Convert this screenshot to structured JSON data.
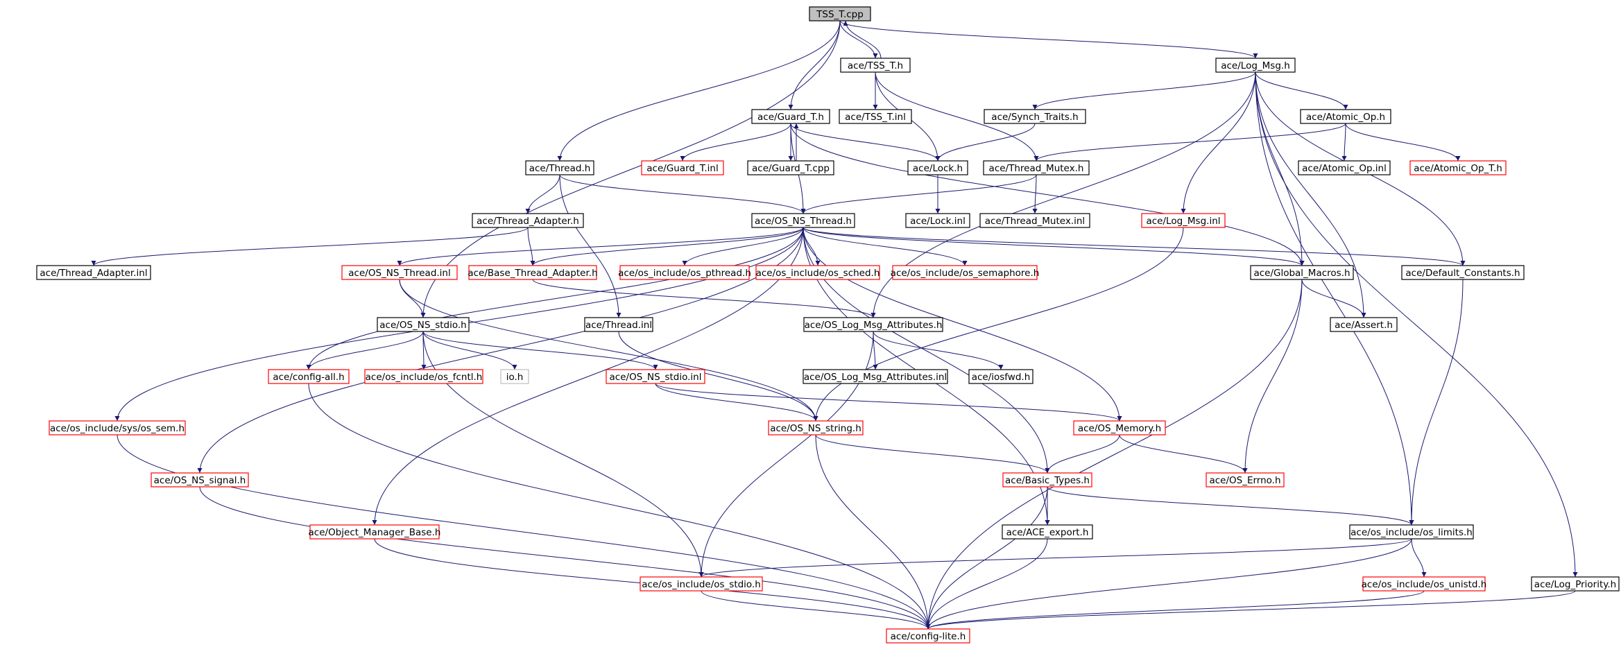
{
  "colors": {
    "edge": "#191970",
    "normal_border": "#000000",
    "external_border": "#ff0000",
    "missing_border": "#bfbfbf",
    "root_fill": "#bfbfbf"
  },
  "nodes": [
    {
      "id": "TSS_T.cpp",
      "label": "TSS_T.cpp",
      "style": "root"
    },
    {
      "id": "ace/TSS_T.h",
      "label": "ace/TSS_T.h",
      "style": "normal"
    },
    {
      "id": "ace/Log_Msg.h",
      "label": "ace/Log_Msg.h",
      "style": "normal"
    },
    {
      "id": "ace/TSS_T.inl",
      "label": "ace/TSS_T.inl",
      "style": "normal"
    },
    {
      "id": "ace/Guard_T.h",
      "label": "ace/Guard_T.h",
      "style": "normal"
    },
    {
      "id": "ace/Synch_Traits.h",
      "label": "ace/Synch_Traits.h",
      "style": "normal"
    },
    {
      "id": "ace/Atomic_Op.h",
      "label": "ace/Atomic_Op.h",
      "style": "normal"
    },
    {
      "id": "ace/Thread.h",
      "label": "ace/Thread.h",
      "style": "normal"
    },
    {
      "id": "ace/Guard_T.inl",
      "label": "ace/Guard_T.inl",
      "style": "external"
    },
    {
      "id": "ace/Guard_T.cpp",
      "label": "ace/Guard_T.cpp",
      "style": "normal"
    },
    {
      "id": "ace/Lock.h",
      "label": "ace/Lock.h",
      "style": "normal"
    },
    {
      "id": "ace/Thread_Mutex.h",
      "label": "ace/Thread_Mutex.h",
      "style": "normal"
    },
    {
      "id": "ace/Atomic_Op.inl",
      "label": "ace/Atomic_Op.inl",
      "style": "normal"
    },
    {
      "id": "ace/Atomic_Op_T.h",
      "label": "ace/Atomic_Op_T.h",
      "style": "external"
    },
    {
      "id": "ace/Thread_Adapter.h",
      "label": "ace/Thread_Adapter.h",
      "style": "normal"
    },
    {
      "id": "ace/OS_NS_Thread.h",
      "label": "ace/OS_NS_Thread.h",
      "style": "normal"
    },
    {
      "id": "ace/Lock.inl",
      "label": "ace/Lock.inl",
      "style": "normal"
    },
    {
      "id": "ace/Thread_Mutex.inl",
      "label": "ace/Thread_Mutex.inl",
      "style": "normal"
    },
    {
      "id": "ace/Log_Msg.inl",
      "label": "ace/Log_Msg.inl",
      "style": "external"
    },
    {
      "id": "ace/Thread_Adapter.inl",
      "label": "ace/Thread_Adapter.inl",
      "style": "normal"
    },
    {
      "id": "ace/OS_NS_Thread.inl",
      "label": "ace/OS_NS_Thread.inl",
      "style": "external"
    },
    {
      "id": "ace/Base_Thread_Adapter.h",
      "label": "ace/Base_Thread_Adapter.h",
      "style": "external"
    },
    {
      "id": "ace/os_include/os_pthread.h",
      "label": "ace/os_include/os_pthread.h",
      "style": "external"
    },
    {
      "id": "ace/os_include/os_sched.h",
      "label": "ace/os_include/os_sched.h",
      "style": "external"
    },
    {
      "id": "ace/os_include/os_semaphore.h",
      "label": "ace/os_include/os_semaphore.h",
      "style": "external"
    },
    {
      "id": "ace/Global_Macros.h",
      "label": "ace/Global_Macros.h",
      "style": "normal"
    },
    {
      "id": "ace/Default_Constants.h",
      "label": "ace/Default_Constants.h",
      "style": "normal"
    },
    {
      "id": "ace/OS_NS_stdio.h",
      "label": "ace/OS_NS_stdio.h",
      "style": "normal"
    },
    {
      "id": "ace/Thread.inl",
      "label": "ace/Thread.inl",
      "style": "normal"
    },
    {
      "id": "ace/OS_Log_Msg_Attributes.h",
      "label": "ace/OS_Log_Msg_Attributes.h",
      "style": "normal"
    },
    {
      "id": "ace/Assert.h",
      "label": "ace/Assert.h",
      "style": "normal"
    },
    {
      "id": "ace/config-all.h",
      "label": "ace/config-all.h",
      "style": "external"
    },
    {
      "id": "ace/os_include/os_fcntl.h",
      "label": "ace/os_include/os_fcntl.h",
      "style": "external"
    },
    {
      "id": "io.h",
      "label": "io.h",
      "style": "missing"
    },
    {
      "id": "ace/OS_NS_stdio.inl",
      "label": "ace/OS_NS_stdio.inl",
      "style": "external"
    },
    {
      "id": "ace/OS_Log_Msg_Attributes.inl",
      "label": "ace/OS_Log_Msg_Attributes.inl",
      "style": "normal"
    },
    {
      "id": "ace/iosfwd.h",
      "label": "ace/iosfwd.h",
      "style": "normal"
    },
    {
      "id": "ace/os_include/sys/os_sem.h",
      "label": "ace/os_include/sys/os_sem.h",
      "style": "external"
    },
    {
      "id": "ace/OS_NS_string.h",
      "label": "ace/OS_NS_string.h",
      "style": "external"
    },
    {
      "id": "ace/OS_Memory.h",
      "label": "ace/OS_Memory.h",
      "style": "external"
    },
    {
      "id": "ace/OS_NS_signal.h",
      "label": "ace/OS_NS_signal.h",
      "style": "external"
    },
    {
      "id": "ace/Basic_Types.h",
      "label": "ace/Basic_Types.h",
      "style": "external"
    },
    {
      "id": "ace/OS_Errno.h",
      "label": "ace/OS_Errno.h",
      "style": "external"
    },
    {
      "id": "ace/Object_Manager_Base.h",
      "label": "ace/Object_Manager_Base.h",
      "style": "external"
    },
    {
      "id": "ace/ACE_export.h",
      "label": "ace/ACE_export.h",
      "style": "normal"
    },
    {
      "id": "ace/os_include/os_limits.h",
      "label": "ace/os_include/os_limits.h",
      "style": "normal"
    },
    {
      "id": "ace/os_include/os_stdio.h",
      "label": "ace/os_include/os_stdio.h",
      "style": "external"
    },
    {
      "id": "ace/os_include/os_unistd.h",
      "label": "ace/os_include/os_unistd.h",
      "style": "external"
    },
    {
      "id": "ace/Log_Priority.h",
      "label": "ace/Log_Priority.h",
      "style": "normal"
    },
    {
      "id": "ace/config-lite.h",
      "label": "ace/config-lite.h",
      "style": "external"
    }
  ],
  "edges": [
    [
      "TSS_T.cpp",
      "ace/TSS_T.h"
    ],
    [
      "TSS_T.cpp",
      "ace/Log_Msg.h"
    ],
    [
      "TSS_T.cpp",
      "ace/Guard_T.h"
    ],
    [
      "TSS_T.cpp",
      "ace/Thread.h"
    ],
    [
      "TSS_T.cpp",
      "ace/OS_NS_stdio.h"
    ],
    [
      "ace/TSS_T.h",
      "TSS_T.cpp"
    ],
    [
      "ace/TSS_T.h",
      "ace/TSS_T.inl"
    ],
    [
      "ace/TSS_T.h",
      "ace/Lock.h"
    ],
    [
      "ace/TSS_T.h",
      "ace/Thread_Mutex.h"
    ],
    [
      "ace/Guard_T.h",
      "ace/Guard_T.inl"
    ],
    [
      "ace/Guard_T.h",
      "ace/Guard_T.cpp"
    ],
    [
      "ace/Guard_T.h",
      "ace/Lock.h"
    ],
    [
      "ace/Guard_T.h",
      "ace/OS_NS_Thread.h"
    ],
    [
      "ace/Guard_T.h",
      "ace/Global_Macros.h"
    ],
    [
      "ace/Guard_T.cpp",
      "ace/Guard_T.h"
    ],
    [
      "ace/Log_Msg.h",
      "ace/Synch_Traits.h"
    ],
    [
      "ace/Log_Msg.h",
      "ace/Atomic_Op.h"
    ],
    [
      "ace/Log_Msg.h",
      "ace/Log_Msg.inl"
    ],
    [
      "ace/Log_Msg.h",
      "ace/Global_Macros.h"
    ],
    [
      "ace/Log_Msg.h",
      "ace/Default_Constants.h"
    ],
    [
      "ace/Log_Msg.h",
      "ace/OS_Log_Msg_Attributes.h"
    ],
    [
      "ace/Log_Msg.h",
      "ace/Assert.h"
    ],
    [
      "ace/Log_Msg.h",
      "ace/os_include/os_limits.h"
    ],
    [
      "ace/Log_Msg.h",
      "ace/Log_Priority.h"
    ],
    [
      "ace/Synch_Traits.h",
      "ace/Lock.h"
    ],
    [
      "ace/Atomic_Op.h",
      "ace/Thread_Mutex.h"
    ],
    [
      "ace/Atomic_Op.h",
      "ace/Atomic_Op.inl"
    ],
    [
      "ace/Atomic_Op.h",
      "ace/Atomic_Op_T.h"
    ],
    [
      "ace/Lock.h",
      "ace/Lock.inl"
    ],
    [
      "ace/Thread_Mutex.h",
      "ace/OS_NS_Thread.h"
    ],
    [
      "ace/Thread_Mutex.h",
      "ace/Thread_Mutex.inl"
    ],
    [
      "ace/Thread.h",
      "ace/Thread_Adapter.h"
    ],
    [
      "ace/Thread.h",
      "ace/OS_NS_Thread.h"
    ],
    [
      "ace/Thread.h",
      "ace/Thread.inl"
    ],
    [
      "ace/Thread_Adapter.h",
      "ace/Thread_Adapter.inl"
    ],
    [
      "ace/Thread_Adapter.h",
      "ace/Base_Thread_Adapter.h"
    ],
    [
      "ace/OS_NS_Thread.h",
      "ace/OS_NS_Thread.inl"
    ],
    [
      "ace/OS_NS_Thread.h",
      "ace/Base_Thread_Adapter.h"
    ],
    [
      "ace/OS_NS_Thread.h",
      "ace/os_include/os_pthread.h"
    ],
    [
      "ace/OS_NS_Thread.h",
      "ace/os_include/os_sched.h"
    ],
    [
      "ace/OS_NS_Thread.h",
      "ace/os_include/os_semaphore.h"
    ],
    [
      "ace/OS_NS_Thread.h",
      "ace/Global_Macros.h"
    ],
    [
      "ace/OS_NS_Thread.h",
      "ace/Default_Constants.h"
    ],
    [
      "ace/OS_NS_Thread.h",
      "ace/config-all.h"
    ],
    [
      "ace/OS_NS_Thread.h",
      "ace/os_include/sys/os_sem.h"
    ],
    [
      "ace/OS_NS_Thread.h",
      "ace/OS_NS_signal.h"
    ],
    [
      "ace/OS_NS_Thread.h",
      "ace/Object_Manager_Base.h"
    ],
    [
      "ace/OS_NS_Thread.h",
      "ace/OS_Memory.h"
    ],
    [
      "ace/OS_NS_Thread.h",
      "ace/Basic_Types.h"
    ],
    [
      "ace/OS_NS_Thread.h",
      "ace/ACE_export.h"
    ],
    [
      "ace/OS_NS_Thread.inl",
      "ace/OS_NS_stdio.h"
    ],
    [
      "ace/OS_NS_Thread.inl",
      "ace/OS_NS_string.h"
    ],
    [
      "ace/Base_Thread_Adapter.h",
      "ace/OS_Log_Msg_Attributes.h"
    ],
    [
      "ace/Log_Msg.inl",
      "ace/OS_NS_string.h"
    ],
    [
      "ace/Global_Macros.h",
      "ace/Assert.h"
    ],
    [
      "ace/Global_Macros.h",
      "ace/OS_Errno.h"
    ],
    [
      "ace/Global_Macros.h",
      "ace/config-lite.h"
    ],
    [
      "ace/Default_Constants.h",
      "ace/os_include/os_limits.h"
    ],
    [
      "ace/OS_NS_stdio.h",
      "ace/config-all.h"
    ],
    [
      "ace/OS_NS_stdio.h",
      "ace/os_include/os_fcntl.h"
    ],
    [
      "ace/OS_NS_stdio.h",
      "io.h"
    ],
    [
      "ace/OS_NS_stdio.h",
      "ace/OS_NS_stdio.inl"
    ],
    [
      "ace/OS_NS_stdio.h",
      "ace/os_include/os_stdio.h"
    ],
    [
      "ace/Thread.inl",
      "ace/OS_NS_string.h"
    ],
    [
      "ace/OS_Log_Msg_Attributes.h",
      "ace/OS_Log_Msg_Attributes.inl"
    ],
    [
      "ace/OS_Log_Msg_Attributes.h",
      "ace/iosfwd.h"
    ],
    [
      "ace/OS_Log_Msg_Attributes.h",
      "ace/os_include/os_stdio.h"
    ],
    [
      "ace/OS_NS_stdio.inl",
      "ace/OS_NS_string.h"
    ],
    [
      "ace/OS_NS_stdio.inl",
      "ace/OS_Memory.h"
    ],
    [
      "ace/config-all.h",
      "ace/config-lite.h"
    ],
    [
      "ace/os_include/sys/os_sem.h",
      "ace/config-lite.h"
    ],
    [
      "ace/OS_NS_signal.h",
      "ace/config-lite.h"
    ],
    [
      "ace/Object_Manager_Base.h",
      "ace/config-lite.h"
    ],
    [
      "ace/OS_NS_string.h",
      "ace/Basic_Types.h"
    ],
    [
      "ace/OS_NS_string.h",
      "ace/config-lite.h"
    ],
    [
      "ace/OS_Memory.h",
      "ace/Basic_Types.h"
    ],
    [
      "ace/OS_Memory.h",
      "ace/OS_Errno.h"
    ],
    [
      "ace/Basic_Types.h",
      "ace/ACE_export.h"
    ],
    [
      "ace/Basic_Types.h",
      "ace/os_include/os_limits.h"
    ],
    [
      "ace/Basic_Types.h",
      "ace/config-lite.h"
    ],
    [
      "ace/ACE_export.h",
      "ace/config-lite.h"
    ],
    [
      "ace/os_include/os_limits.h",
      "ace/os_include/os_unistd.h"
    ],
    [
      "ace/os_include/os_limits.h",
      "ace/os_include/os_stdio.h"
    ],
    [
      "ace/os_include/os_limits.h",
      "ace/config-lite.h"
    ],
    [
      "ace/os_include/os_stdio.h",
      "ace/config-lite.h"
    ],
    [
      "ace/os_include/os_unistd.h",
      "ace/config-lite.h"
    ],
    [
      "ace/Log_Priority.h",
      "ace/config-lite.h"
    ]
  ]
}
